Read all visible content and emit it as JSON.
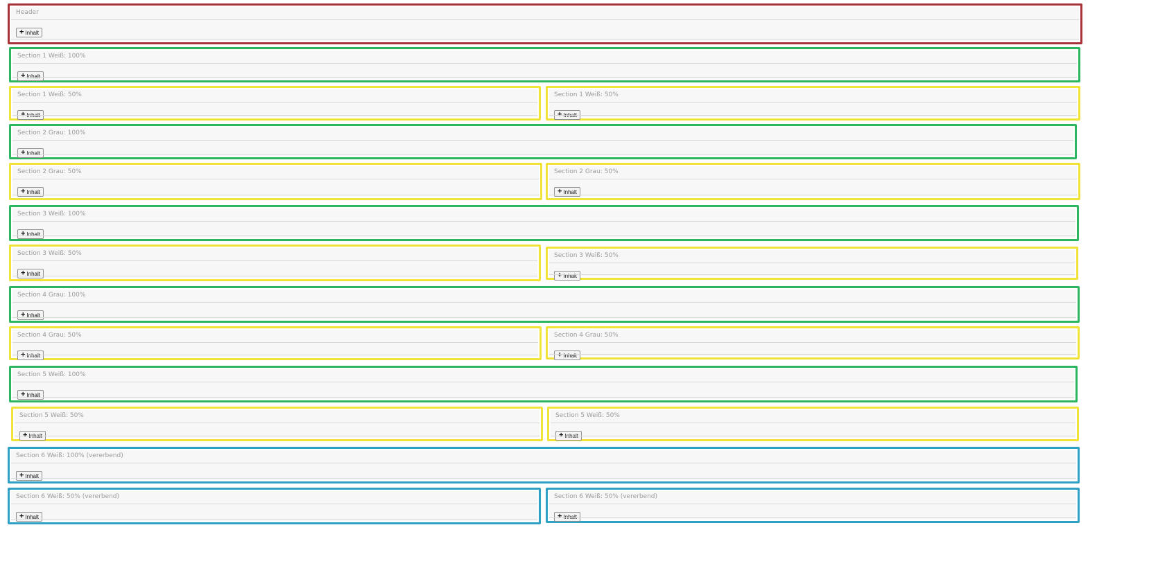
{
  "layout": {
    "add_button_label": "Inhalt",
    "header": {
      "label": "Header"
    },
    "sections": [
      {
        "id": "s1w100",
        "label": "Section 1 Weiß: 100%"
      },
      {
        "id": "s1w50a",
        "label": "Section 1 Weiß: 50%"
      },
      {
        "id": "s1w50b",
        "label": "Section 1 Weiß: 50%"
      },
      {
        "id": "s2g100",
        "label": "Section 2 Grau: 100%"
      },
      {
        "id": "s2g50a",
        "label": "Section 2 Grau: 50%"
      },
      {
        "id": "s2g50b",
        "label": "Section 2 Grau: 50%"
      },
      {
        "id": "s3w100",
        "label": "Section 3 Weiß: 100%"
      },
      {
        "id": "s3w50a",
        "label": "Section 3 Weiß: 50%"
      },
      {
        "id": "s3w50b",
        "label": "Section 3 Weiß: 50%"
      },
      {
        "id": "s4g100",
        "label": "Section 4 Grau: 100%"
      },
      {
        "id": "s4g50a",
        "label": "Section 4 Grau: 50%"
      },
      {
        "id": "s4g50b",
        "label": "Section 4 Grau: 50%"
      },
      {
        "id": "s5w100",
        "label": "Section 5 Weiß: 100%"
      },
      {
        "id": "s5w50a",
        "label": "Section 5 Weiß: 50%"
      },
      {
        "id": "s5w50b",
        "label": "Section 5 Weiß: 50%"
      },
      {
        "id": "s6w100v",
        "label": "Section 6 Weiß: 100% (vererbend)"
      },
      {
        "id": "s6w50va",
        "label": "Section 6 Weiß: 50% (vererbend)"
      },
      {
        "id": "s6w50vb",
        "label": "Section 6 Weiß: 50% (vererbend)"
      }
    ]
  }
}
